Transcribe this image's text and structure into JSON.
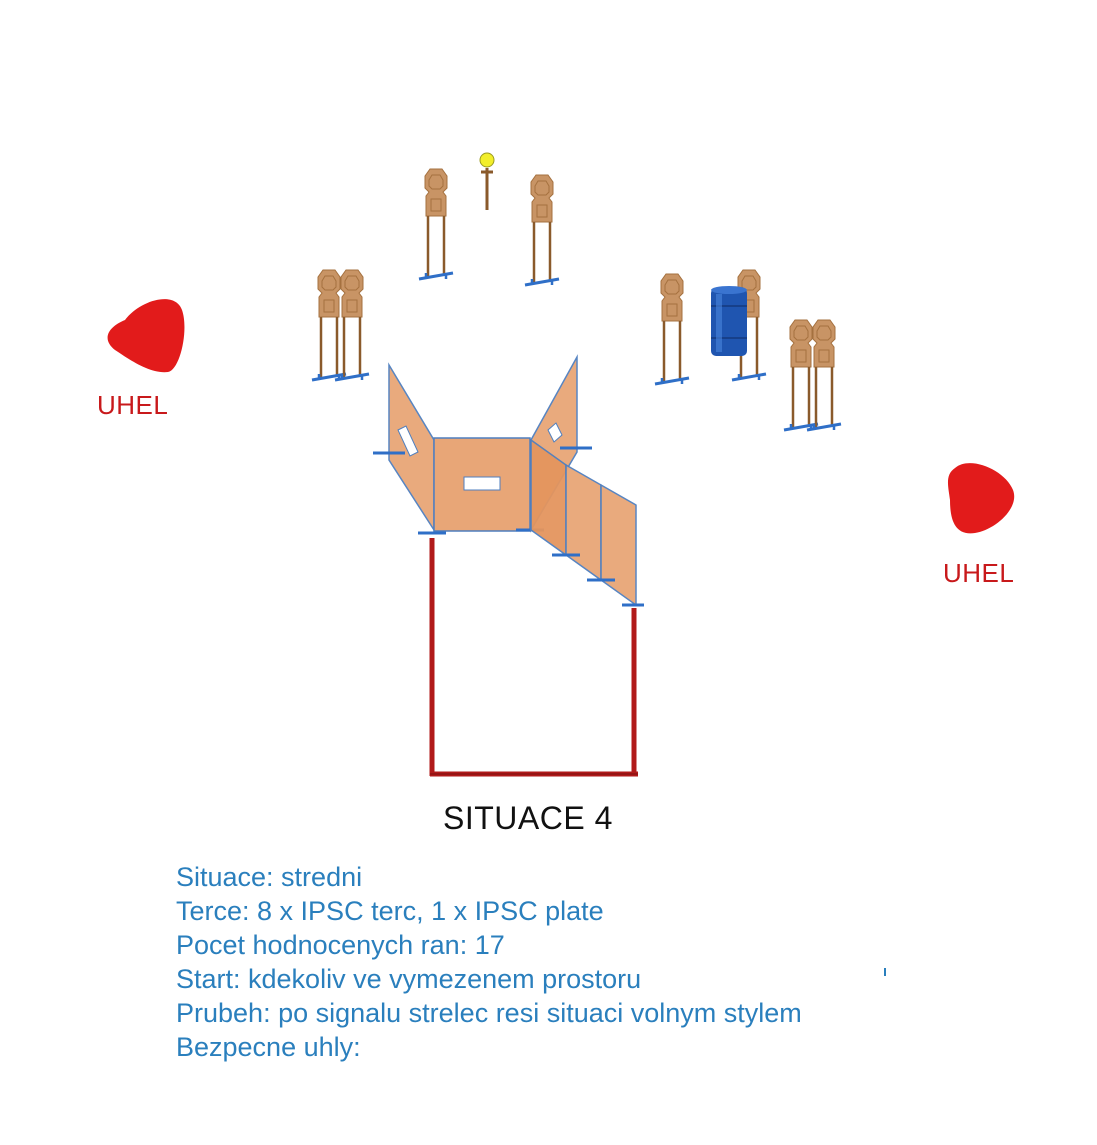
{
  "stage": {
    "title": "SITUACE 4",
    "angle_label_left": "UHEL",
    "angle_label_right": "UHEL"
  },
  "info": {
    "line1": "Situace: stredni",
    "line2": "Terce: 8 x IPSC terc, 1 x IPSC plate",
    "line3": "Pocet hodnocenych ran: 17",
    "line4": "Start: kdekoliv ve vymezenem prostoru",
    "line5": "Prubeh: po signalu strelec resi situaci volnym stylem",
    "line6": "Bezpecne uhly:"
  },
  "colors": {
    "angle_marker": "#e21b1b",
    "angle_label": "#c8191b",
    "target": "#c89465",
    "target_stand": "#8a5a2b",
    "target_base": "#2f6fc7",
    "wall": "#e8a677",
    "wall_edge": "#4f7fbf",
    "start_box": "#b11a1a",
    "barrel": "#1f55b0",
    "plate": "#f2ee2a",
    "info_text": "#2a7fbd"
  },
  "icons": {
    "target": "ipsc-target-icon",
    "plate": "ipsc-plate-icon",
    "barrel": "barrel-icon",
    "angle_marker": "angle-marker-icon"
  }
}
